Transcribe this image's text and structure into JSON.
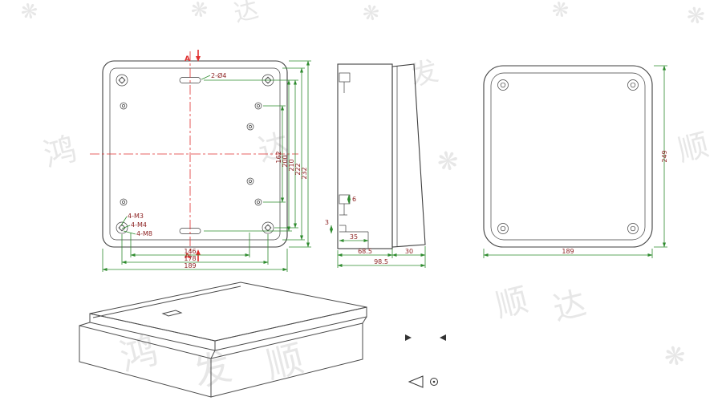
{
  "drawing": {
    "front_view": {
      "hole_label": "2-Ø4",
      "section_label": "A",
      "thread_labels": [
        "4-M3",
        "4-M4",
        "4-M8"
      ],
      "dims_bottom": [
        "146",
        "178",
        "189"
      ],
      "dims_right": [
        "162",
        "200",
        "210",
        "222",
        "232"
      ]
    },
    "side_view": {
      "dims": {
        "wall": "3",
        "clip": "6",
        "boss": "35",
        "body_depth": "68.5",
        "lid_depth": "30",
        "total_depth": "98.5"
      }
    },
    "lid_view": {
      "height": "249",
      "width": "189"
    },
    "watermark": {
      "text": "鸿发顺达",
      "chars": [
        "鸿",
        "发",
        "顺",
        "达"
      ],
      "snowflake": "❋"
    },
    "colors": {
      "outline": "#3f3f3f",
      "dimension_line": "#2e8b2e",
      "dimension_text": "#8b1f1f",
      "centerline": "#e03030",
      "watermark": "#e7e7e7"
    }
  }
}
